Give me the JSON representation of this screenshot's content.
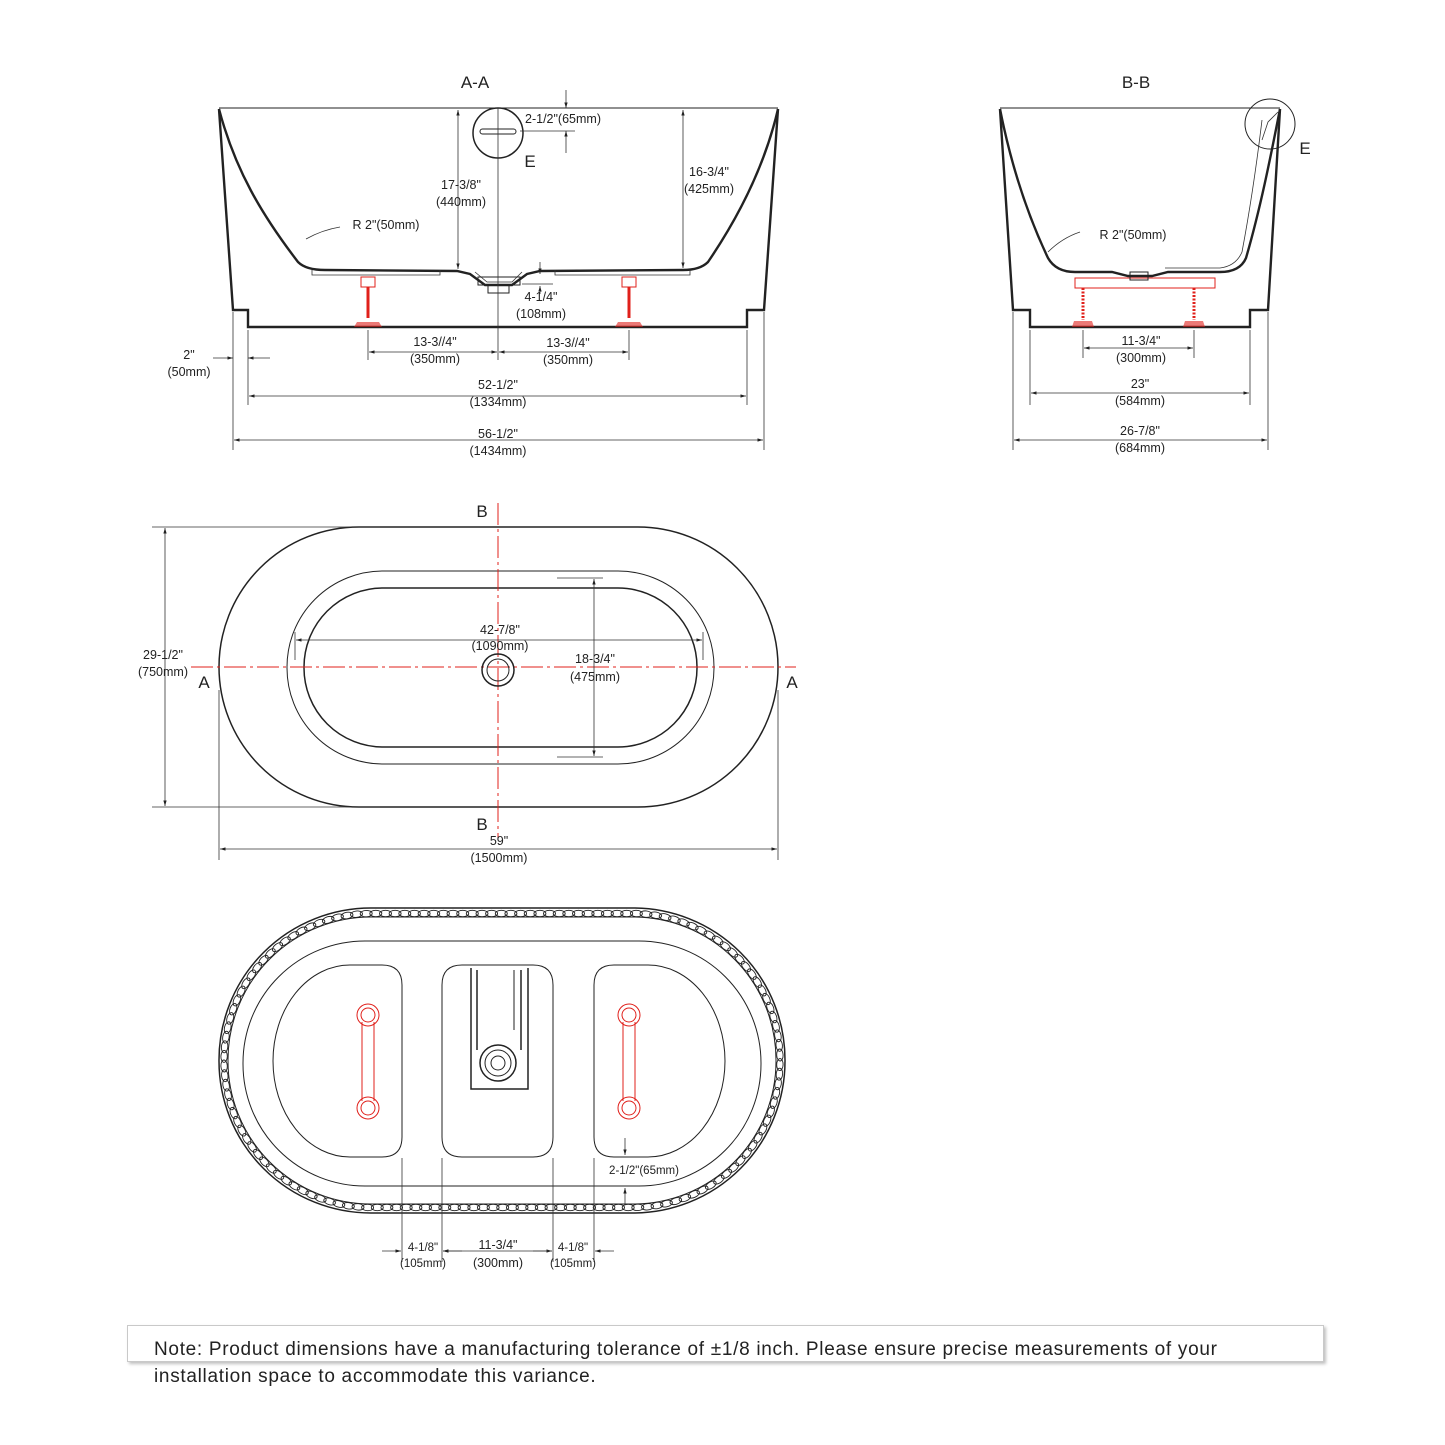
{
  "views": {
    "section_aa": {
      "title": "A-A",
      "detail_label": "E",
      "overflow_dim": "2-1/2\"(65mm)",
      "radius": "R 2\"(50mm)",
      "depth_center": [
        "17-3/8\"",
        "(440mm)"
      ],
      "depth_side": [
        "16-3/4\"",
        "(425mm)"
      ],
      "drain_height": [
        "4-1/4\"",
        "(108mm)"
      ],
      "foot_left": [
        "13-3//4\"",
        "(350mm)"
      ],
      "foot_right": [
        "13-3//4\"",
        "(350mm)"
      ],
      "base_offset": [
        "2\"",
        "(50mm)"
      ],
      "base_length": [
        "52-1/2\"",
        "(1334mm)"
      ],
      "overall_length": [
        "56-1/2\"",
        "(1434mm)"
      ]
    },
    "section_bb": {
      "title": "B-B",
      "detail_label": "E",
      "radius": "R 2\"(50mm)",
      "feet_spacing": [
        "11-3/4\"",
        "(300mm)"
      ],
      "base_width": [
        "23\"",
        "(584mm)"
      ],
      "overall_width": [
        "26-7/8\"",
        "(684mm)"
      ]
    },
    "top_view": {
      "label_a": "A",
      "label_b": "B",
      "inner_length": [
        "42-7/8\"",
        "(1090mm)"
      ],
      "inner_width": [
        "18-3/4\"",
        "(475mm)"
      ],
      "overall_width": [
        "29-1/2\"",
        "(750mm)"
      ],
      "overall_length": [
        "59\"",
        "(1500mm)"
      ]
    },
    "bottom_view": {
      "rim_gap": "2-1/2\"(65mm)",
      "left_pad": [
        "4-1/8\"",
        "(105mm)"
      ],
      "center_gap": [
        "11-3/4\"",
        "(300mm)"
      ],
      "right_pad": [
        "4-1/8\"",
        "(105mm)"
      ]
    }
  },
  "colors": {
    "line": "#222222",
    "centerline": "#e0201b"
  },
  "note": "Note: Product dimensions have a manufacturing tolerance of ±1/8 inch. Please ensure precise measurements of your installation space to accommodate this variance."
}
